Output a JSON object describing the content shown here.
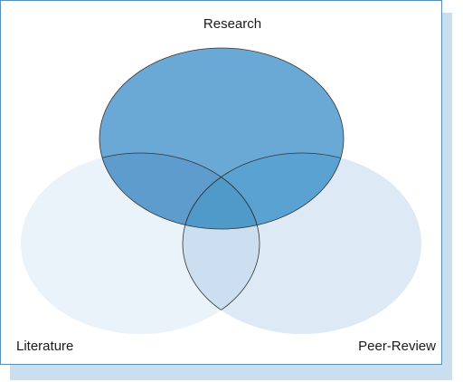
{
  "diagram": {
    "type": "venn",
    "sets": [
      {
        "id": "research",
        "label": "Research",
        "fill": "#6aa8d6"
      },
      {
        "id": "literature",
        "label": "Literature",
        "fill": "#eaf2fa"
      },
      {
        "id": "peer_review",
        "label": "Peer-Review",
        "fill": "#dde9f5"
      }
    ],
    "colors": {
      "frame_border": "#5b8fb5",
      "shadow": "#c9dff0",
      "research_literature": "#5d9ccd",
      "research_peer": "#5aa2d1",
      "center": "#4f9ac9",
      "literature_peer": "#cbdff0",
      "outline": "#333333"
    }
  }
}
